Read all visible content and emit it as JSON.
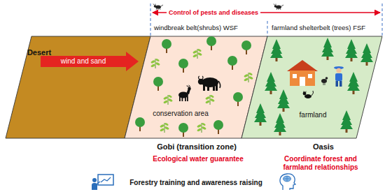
{
  "diagram": {
    "nodes": [
      {
        "text": [
          "Desert"
        ]
      },
      {
        "text": [
          "wind and sand"
        ],
        "in": 0
      },
      {
        "text": [
          "windbreak belt(shrubs) WSF",
          "conservation area",
          "Gobi (transition zone)",
          "Ecological water guarantee"
        ]
      },
      {
        "text": [
          "farmland shelterbelt (trees) FSF",
          "farmland",
          "Oasis",
          "Coordinate forest and farmland relationships"
        ]
      }
    ],
    "labels": [
      "Control of pests and diseases",
      "Forestry training and awareness raising"
    ]
  }
}
